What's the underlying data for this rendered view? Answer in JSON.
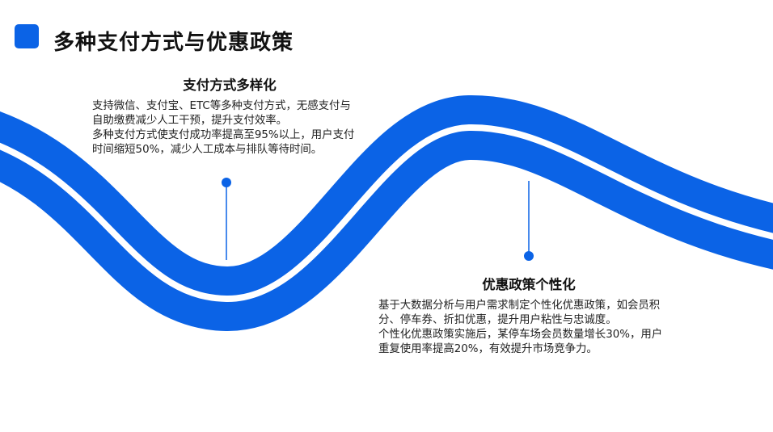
{
  "header": {
    "title": "多种支付方式与优惠政策",
    "logo_icon": "stacked-squares-icon",
    "accent_color": "#0b63e6",
    "accent_color_light": "#1fa0ef"
  },
  "wave": {
    "color": "#0b63e6",
    "marker_icon": "dot-marker-icon"
  },
  "sections": [
    {
      "heading": "支付方式多样化",
      "lines": [
        "支持微信、支付宝、ETC等多种支付方式，无感支付与",
        "自助缴费减少人工干预，提升支付效率。",
        "多种支付方式使支付成功率提高至95%以上，用户支付",
        "时间缩短50%，减少人工成本与排队等待时间。"
      ]
    },
    {
      "heading": "优惠政策个性化",
      "lines": [
        "基于大数据分析与用户需求制定个性化优惠政策，如会员积",
        "分、停车券、折扣优惠，提升用户粘性与忠诚度。",
        "个性化优惠政策实施后，某停车场会员数量增长30%，用户",
        "重复使用率提高20%，有效提升市场竞争力。"
      ]
    }
  ]
}
